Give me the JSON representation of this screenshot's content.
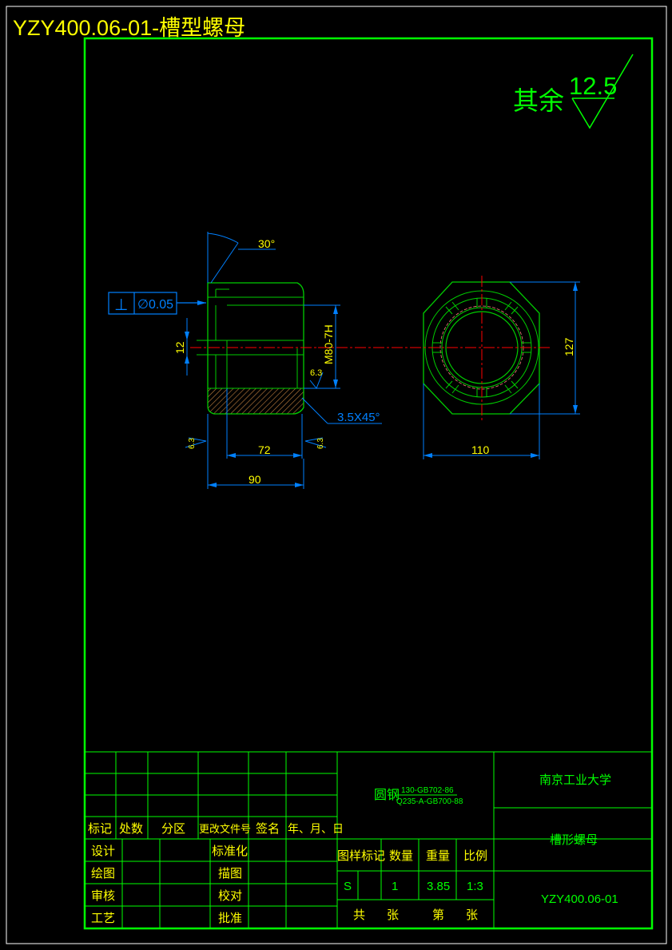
{
  "sheet_title": "YZY400.06-01-槽型螺母",
  "surface_finish": {
    "label": "其余",
    "value": "12.5"
  },
  "tolerance_frame": {
    "symbol": "⊥",
    "value": "∅0.05"
  },
  "dimensions": {
    "chamfer_angle": "30°",
    "slot_width": "12",
    "thread": "M80-7H",
    "roughness_inner": "6.3",
    "chamfer": "3.5X45°",
    "roughness_left": "6.3",
    "roughness_right": "6.3",
    "inner_length": "72",
    "total_length": "90",
    "across_flats": "110",
    "height": "127"
  },
  "title_block": {
    "material_line1": "圆钢",
    "material_line2": "130-GB702-86",
    "material_line3": "Q235-A-GB700-88",
    "school": "南京工业大学",
    "part_name": "槽形螺母",
    "drawing_no": "YZY400.06-01",
    "rev_headers": [
      "标记",
      "处数",
      "分区",
      "更改文件号",
      "签名",
      "年、月、日"
    ],
    "sign_left": [
      "设计",
      "绘图",
      "审核",
      "工艺"
    ],
    "sign_mid": [
      "标准化",
      "描图",
      "校对",
      "批准"
    ],
    "mark_header": "图样标记",
    "qty_header": "数量",
    "weight_header": "重量",
    "scale_header": "比例",
    "mark_value": "S",
    "qty_value": "1",
    "weight_value": "3.85",
    "scale_value": "1:3",
    "sheets_total": "共",
    "sheets_unit1": "张",
    "sheet_no": "第",
    "sheets_unit2": "张"
  },
  "colors": {
    "frame": "#00ff00",
    "title": "#ffff00",
    "dimension": "#0080ff",
    "centerline": "#ff0000",
    "outline": "#00cc00",
    "hatch": "#c08040",
    "text_green": "#00ff00",
    "text_yellow": "#ffff00"
  }
}
